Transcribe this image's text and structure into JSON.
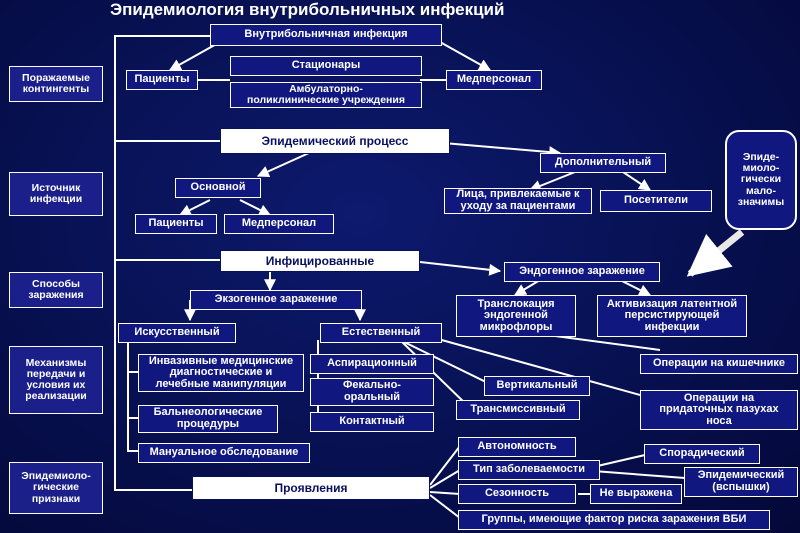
{
  "title": "Эпидемиология внутрибольничных инфекций",
  "side_labels": {
    "contingents": "Поражаемые\nконтингенты",
    "source": "Источник\nинфекции",
    "ways": "Способы\nзаражения",
    "mechanisms": "Механизмы\nпередачи и\nусловия их\nреализации",
    "signs": "Эпидемиоло-\nгические\nпризнаки"
  },
  "nodes": {
    "vbi": "Внутрибольничная инфекция",
    "patients_top": "Пациенты",
    "hospitals": "Стационары",
    "outpatient": "Амбулаторно-\nполиклинические учреждения",
    "medstaff_top": "Медперсонал",
    "epi_process": "Эпидемический процесс",
    "additional": "Дополнительный",
    "main_source": "Основной",
    "patients_src": "Пациенты",
    "medstaff_src": "Медперсонал",
    "care_persons": "Лица, привлекаемые к\nуходу за пациентами",
    "visitors": "Посетители",
    "low_sig": "Эпиде-\nмиоло-\nгически\nмало-\nзначимы",
    "infected": "Инфицированные",
    "endogenous": "Эндогенное заражение",
    "exogenous": "Экзогенное заражение",
    "translocation": "Транслокация\nэндогенной\nмикрофлоры",
    "activation": "Активизация латентной\nперсистирующей\nинфекции",
    "artificial": "Искусственный",
    "natural": "Естественный",
    "invasive": "Инвазивные медицинские\nдиагностические и\nлечебные манипуляции",
    "balneo": "Бальнеологические\nпроцедуры",
    "manual": "Мануальное обследование",
    "airborne": "Аспирационный",
    "fecal_oral": "Фекально-\nоральный",
    "contact": "Контактный",
    "vertical": "Вертикальный",
    "transmissive": "Трансмиссивный",
    "intestine_ops": "Операции на кишечнике",
    "sinus_ops": "Операции на\nпридаточных пазухах\nноса",
    "manifestations": "Проявления",
    "autonomy": "Автономность",
    "disease_type": "Тип заболеваемости",
    "sporadic": "Спорадический",
    "epidemic": "Эпидемический\n(вспышки)",
    "seasonality": "Сезонность",
    "not_expressed": "Не выражена",
    "risk_groups": "Группы, имеющие фактор риска заражения ВБИ"
  },
  "colors": {
    "background": "#071050",
    "dark_box": "#101880",
    "light_box": "#ffffff",
    "line": "#ffffff"
  }
}
